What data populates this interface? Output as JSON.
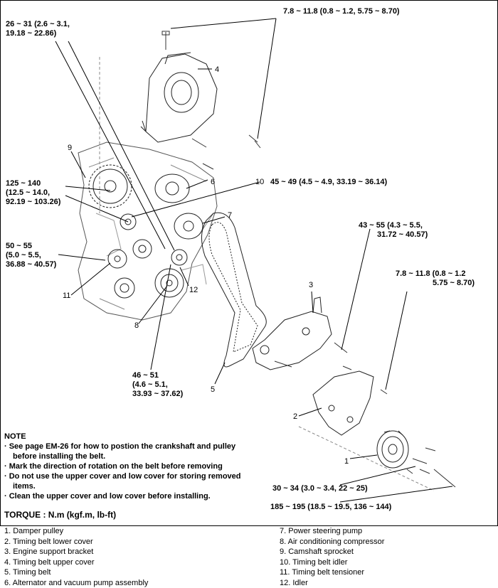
{
  "top_torque": "7.8 ~ 11.8 (0.8 ~ 1.2, 5.75 ~ 8.70)",
  "callouts": {
    "c1": [
      "26 ~ 31 (2.6 ~ 3.1,",
      "19.18 ~ 22.86)"
    ],
    "c2": [
      "125 ~ 140",
      "(12.5 ~ 14.0,",
      "92.19 ~ 103.26)"
    ],
    "c3": "45 ~ 49 (4.5 ~ 4.9, 33.19 ~ 36.14)",
    "c4": [
      "43 ~ 55 (4.3 ~ 5.5,",
      "31.72 ~ 40.57)"
    ],
    "c5": [
      "50 ~ 55",
      "(5.0 ~ 5.5,",
      "36.88 ~ 40.57)"
    ],
    "c6": [
      "7.8 ~ 11.8 (0.8 ~ 1.2",
      "5.75 ~ 8.70)"
    ],
    "c7": [
      "46 ~ 51",
      "(4.6 ~ 5.1,",
      "33.93 ~ 37.62)"
    ],
    "c8": "30 ~ 34 (3.0 ~ 3.4, 22 ~ 25)",
    "c9": "185 ~ 195 (18.5 ~ 19.5, 136 ~ 144)"
  },
  "part_numbers": {
    "n1": "1",
    "n2": "2",
    "n3": "3",
    "n4": "4",
    "n5": "5",
    "n6": "6",
    "n7": "7",
    "n8": "8",
    "n9": "9",
    "n10": "10",
    "n11": "11",
    "n12": "12"
  },
  "note": {
    "title": "NOTE",
    "items": [
      "· See page EM-26 for how to postion the crankshaft and pulley before installing the belt.",
      "· Mark the direction of rotation on the belt before removing",
      "· Do not use the upper cover and low cover for storing removed items.",
      "· Clean the upper cover and low cover before installing."
    ]
  },
  "torque_unit": "TORQUE : N.m (kgf.m, lb-ft)",
  "legend": {
    "left": [
      "1.  Damper pulley",
      "2.  Timing belt lower cover",
      "3.  Engine support bracket",
      "4.  Timing belt upper cover",
      "5.  Timing belt",
      "6.  Alternator and vacuum pump assembly"
    ],
    "right": [
      "7.  Power steering pump",
      "8.  Air conditioning compressor",
      "9.  Camshaft sprocket",
      "10.  Timing belt idler",
      "11.  Timing belt tensioner",
      "12.  Idler"
    ]
  }
}
